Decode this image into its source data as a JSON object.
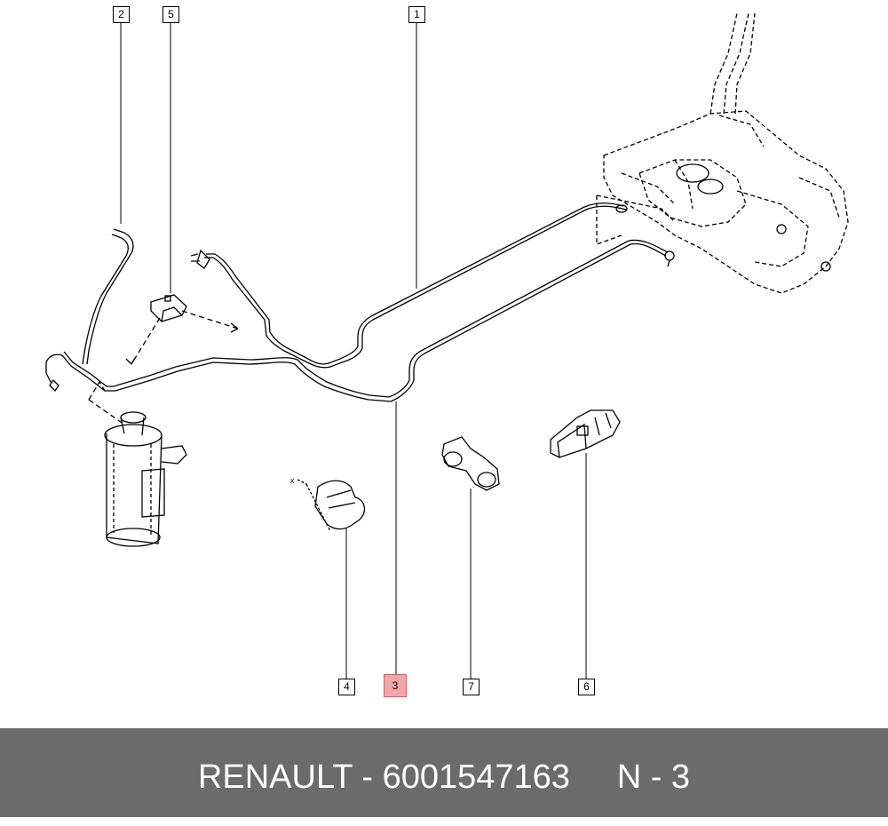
{
  "callouts": {
    "c1": "1",
    "c2": "2",
    "c3": "3",
    "c4": "4",
    "c5": "5",
    "c6": "6",
    "c7": "7"
  },
  "highlighted_callout": "3",
  "highlight_color": "#f4a6a6",
  "footer": {
    "brand": "RENAULT",
    "separator": "-",
    "part_number": "6001547163",
    "position_label": "N - 3",
    "background": "#6b6b6b"
  },
  "small_marker": "x"
}
